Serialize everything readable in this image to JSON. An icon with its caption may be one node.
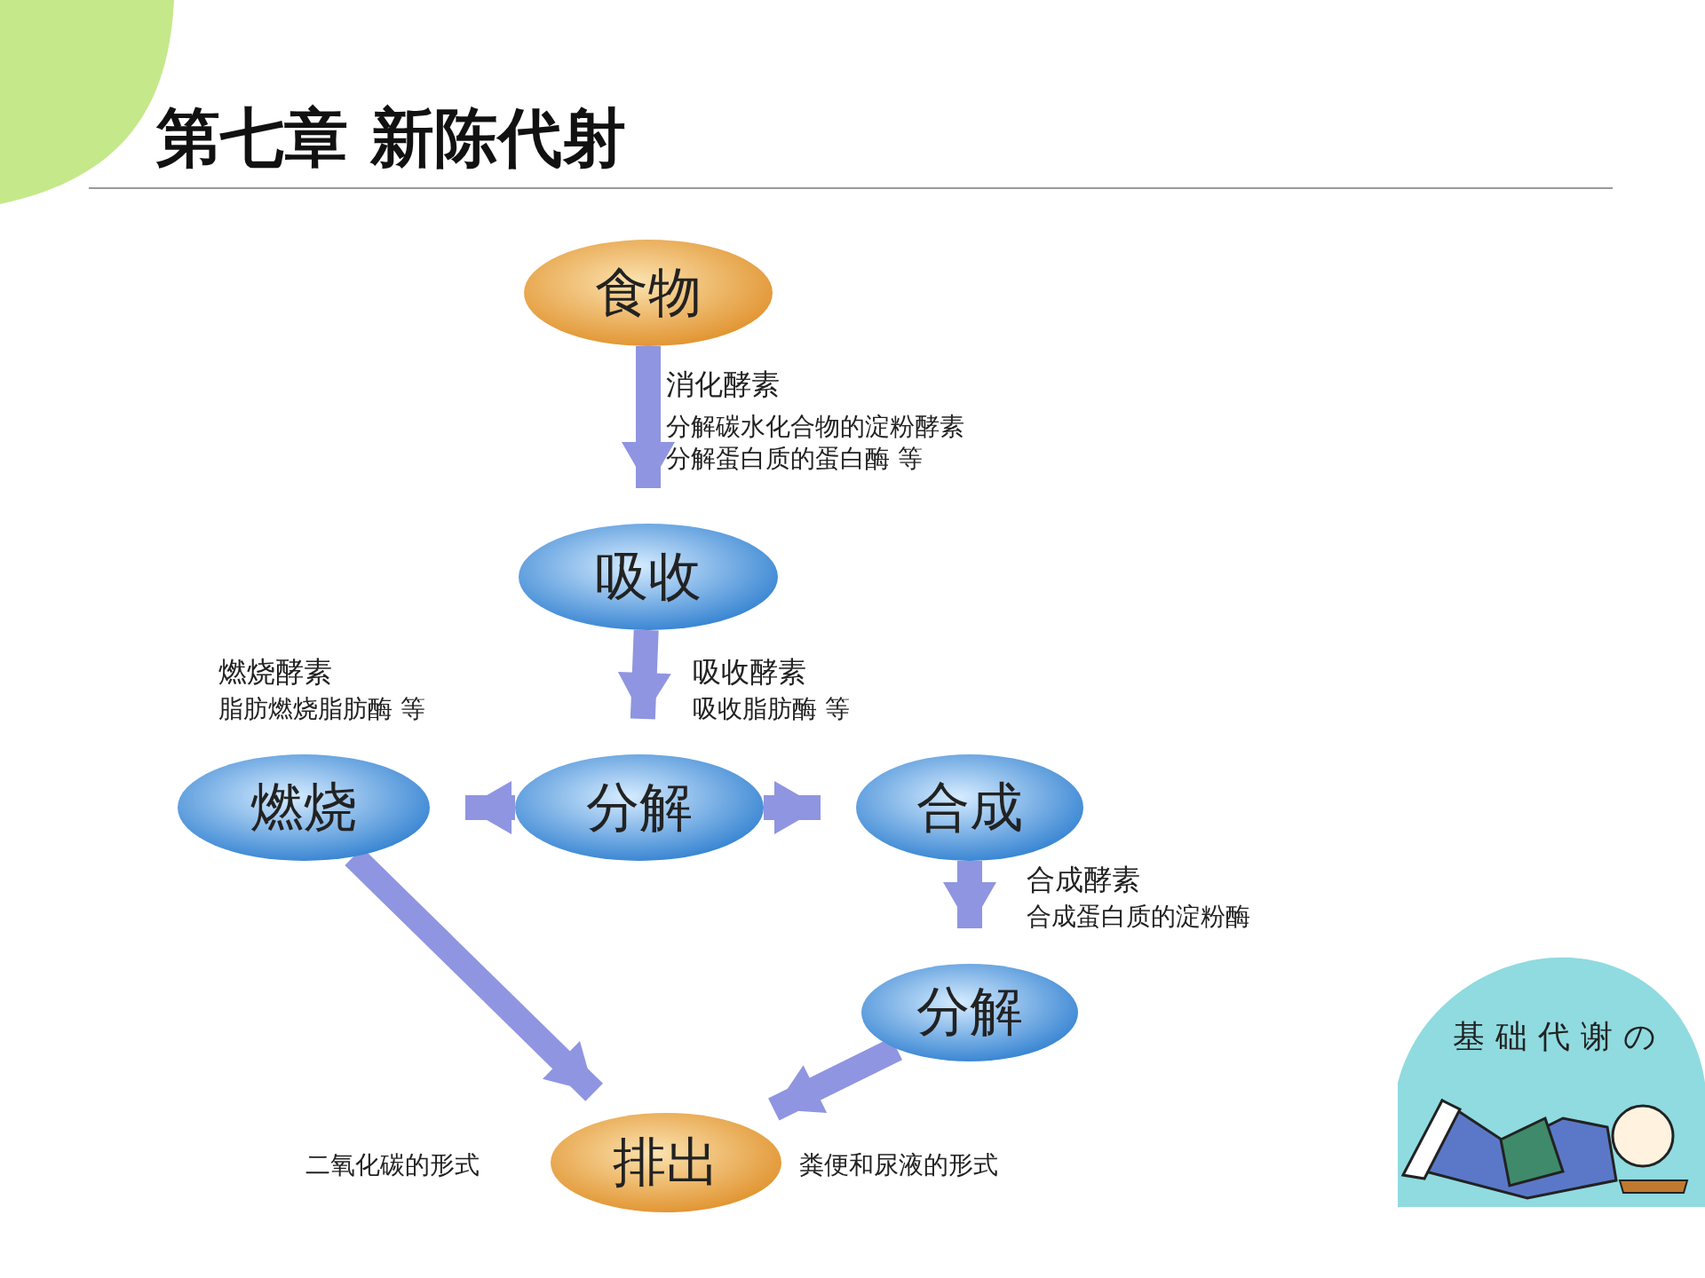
{
  "diagram": {
    "title": "第七章  新陈代射",
    "nodes": [
      {
        "text": [
          "食物"
        ]
      },
      {
        "text": [
          "吸收"
        ]
      },
      {
        "text": [
          "分解"
        ]
      },
      {
        "text": [
          "燃烧"
        ]
      },
      {
        "text": [
          "合成"
        ]
      },
      {
        "text": [
          "分解"
        ]
      },
      {
        "text": [
          "排出"
        ],
        "beside": [
          "二氧化碳的形式",
          "粪便和尿液的形式"
        ]
      }
    ],
    "edges": [
      {
        "from": 0,
        "to": 1,
        "arrow": "to"
      },
      {
        "from": 1,
        "to": 2,
        "arrow": "to"
      },
      {
        "from": 2,
        "to": 3,
        "arrow": "to"
      },
      {
        "from": 2,
        "to": 4,
        "arrow": "to"
      },
      {
        "from": 4,
        "to": 5,
        "arrow": "to"
      },
      {
        "from": 3,
        "to": 6,
        "arrow": "to"
      },
      {
        "from": 5,
        "to": 6,
        "arrow": "to"
      }
    ],
    "labels": [
      "消化酵素",
      "分解碳水化合物的淀粉酵素",
      "分解蛋白质的蛋白酶 等",
      "燃烧酵素",
      "脂肪燃烧脂肪酶 等",
      "吸收酵素",
      "吸收脂肪酶 等",
      "合成酵素",
      "合成蛋白质的淀粉酶",
      "基础代谢の"
    ]
  }
}
